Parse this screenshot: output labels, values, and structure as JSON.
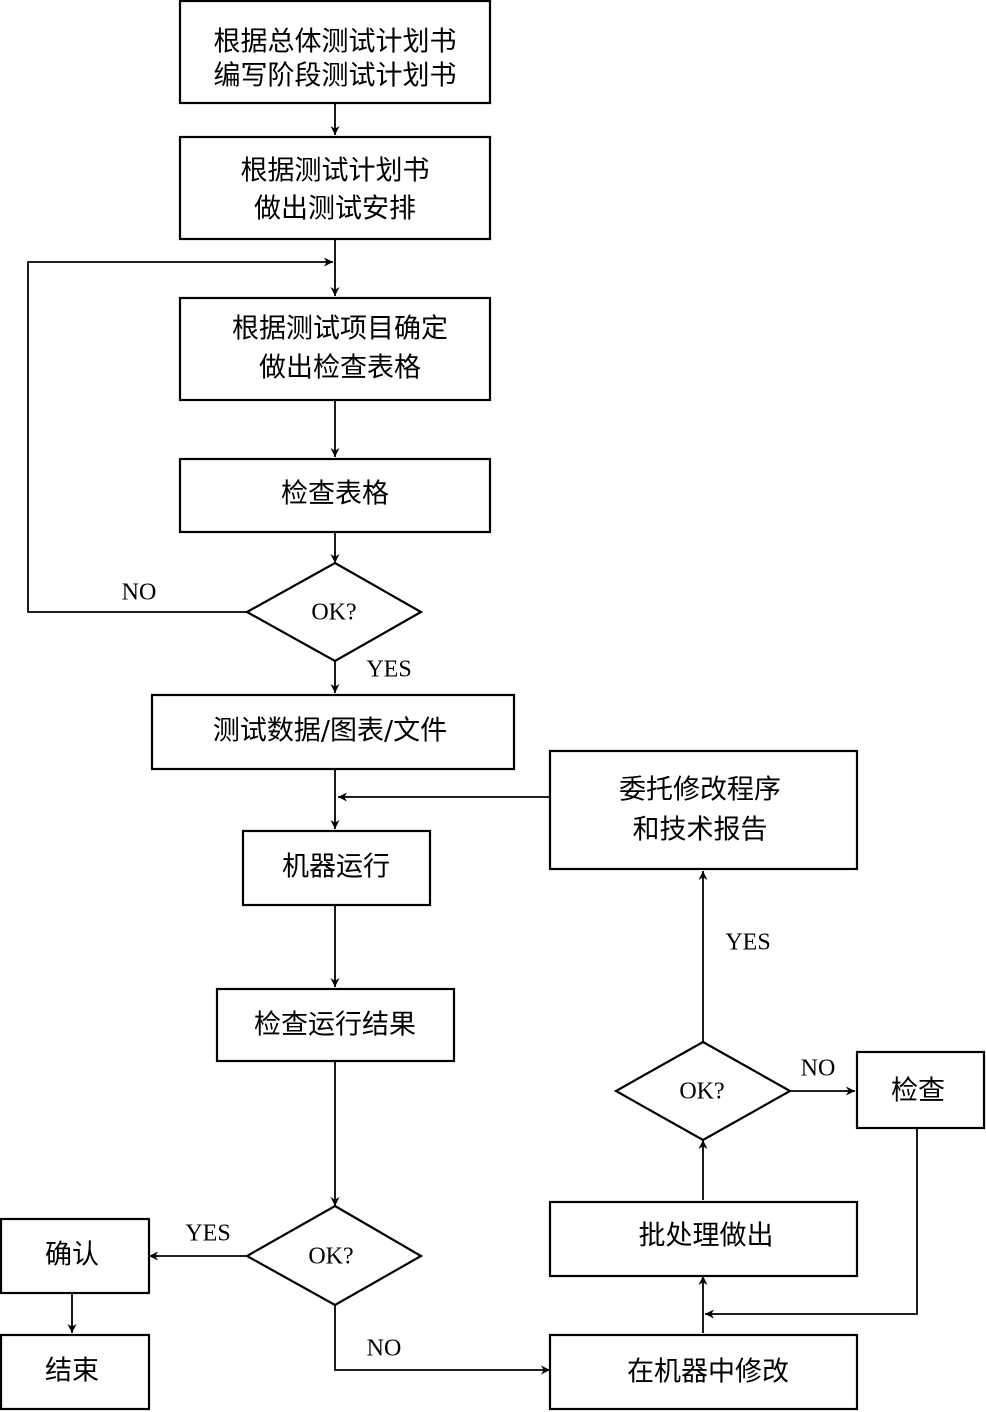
{
  "nodes": {
    "stage_plan": {
      "line1": "根据总体测试计划书",
      "line2": "编写阶段测试计划书"
    },
    "test_arrange": {
      "line1": "根据测试计划书",
      "line2": "做出测试安排"
    },
    "make_form": {
      "line1": "根据测试项目确定",
      "line2": "做出检查表格"
    },
    "check_form": {
      "label": "检查表格"
    },
    "decision1": {
      "label": "OK?"
    },
    "test_data": {
      "label": "测试数据/图表/文件"
    },
    "commission": {
      "line1": "委托修改程序",
      "line2": "和技术报告"
    },
    "machine_run": {
      "label": "机器运行"
    },
    "check_result": {
      "label": "检查运行结果"
    },
    "decision3": {
      "label": "OK?"
    },
    "inspect": {
      "label": "检查"
    },
    "decision2": {
      "label": "OK?"
    },
    "confirm": {
      "label": "确认"
    },
    "batch": {
      "label": "批处理做出"
    },
    "end": {
      "label": "结束"
    },
    "modify": {
      "label": "在机器中修改"
    }
  },
  "edge_labels": {
    "d1_no": "NO",
    "d1_yes": "YES",
    "d3_yes": "YES",
    "d3_no": "NO",
    "d2_yes": "YES",
    "d2_no": "NO"
  }
}
